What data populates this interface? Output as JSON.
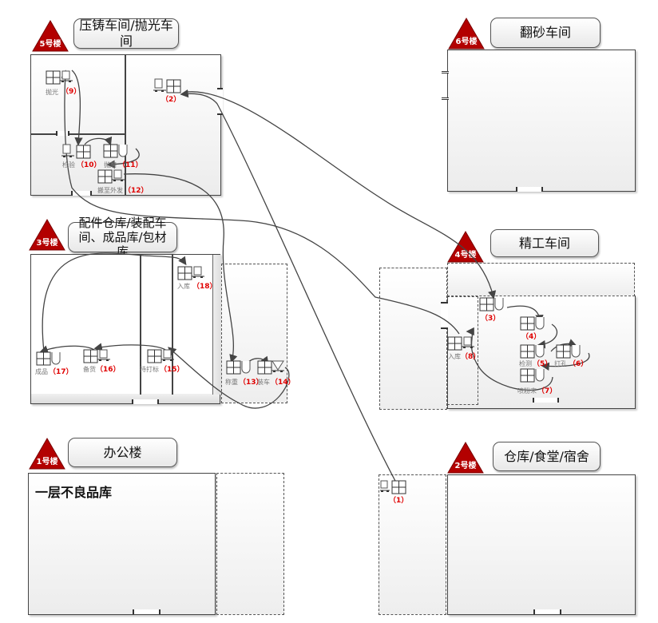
{
  "buildings": [
    {
      "id": "b5",
      "badge": "5号楼",
      "title": "压铸车间/抛光车间"
    },
    {
      "id": "b6",
      "badge": "6号楼",
      "title": "翻砂车间"
    },
    {
      "id": "b3",
      "badge": "3号楼",
      "title": "配件仓库/装配车间、成品库/包材库"
    },
    {
      "id": "b4",
      "badge": "4号楼",
      "title": "精工车间"
    },
    {
      "id": "b1",
      "badge": "1号楼",
      "title": "办公楼",
      "note": "一层不良品库"
    },
    {
      "id": "b2",
      "badge": "2号楼",
      "title": "仓库/食堂/宿舍"
    }
  ],
  "stations": [
    {
      "num": "（1）",
      "label": ""
    },
    {
      "num": "（2）",
      "label": ""
    },
    {
      "num": "（3）",
      "label": ""
    },
    {
      "num": "（4）",
      "label": ""
    },
    {
      "num": "（5）",
      "label": "检测"
    },
    {
      "num": "（6）",
      "label": "打孔"
    },
    {
      "num": "（7）",
      "label": "喷粉末"
    },
    {
      "num": "（8）",
      "label": "入库"
    },
    {
      "num": "（9）",
      "label": "抛光"
    },
    {
      "num": "（10）",
      "label": "检验"
    },
    {
      "num": "（11）",
      "label": "抛磨"
    },
    {
      "num": "（12）",
      "label": "搬至外发"
    },
    {
      "num": "（13）",
      "label": "称重"
    },
    {
      "num": "（14）",
      "label": "装车"
    },
    {
      "num": "（15）",
      "label": "待打标"
    },
    {
      "num": "（16）",
      "label": "备货"
    },
    {
      "num": "（17）",
      "label": "成品"
    },
    {
      "num": "（18）",
      "label": "入库"
    }
  ],
  "colors": {
    "badge": "#b30000",
    "number": "#e00000",
    "line": "#444444"
  }
}
